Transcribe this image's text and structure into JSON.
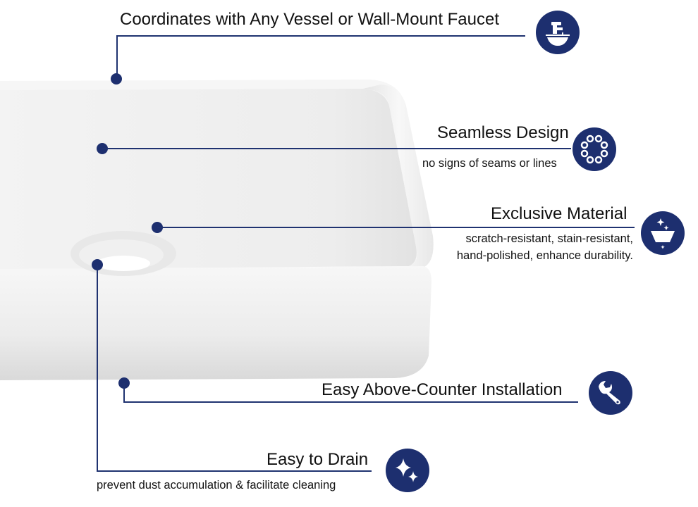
{
  "colors": {
    "accent": "#1d2f6f",
    "background": "#ffffff",
    "text": "#111111"
  },
  "product": {
    "name": "rectangular white ceramic vessel sink"
  },
  "features": [
    {
      "title": "Coordinates with Any Vessel or Wall-Mount Faucet",
      "subtitle": "",
      "icon": "faucet-basin-icon"
    },
    {
      "title": "Seamless Design",
      "subtitle": "no signs of seams or lines",
      "icon": "molecule-ring-icon"
    },
    {
      "title": "Exclusive Material",
      "subtitle_lines": [
        "scratch-resistant, stain-resistant,",
        "hand-polished, enhance durability."
      ],
      "icon": "sparkling-bowl-icon"
    },
    {
      "title": "Easy Above-Counter Installation",
      "subtitle": "",
      "icon": "wrench-icon"
    },
    {
      "title": "Easy to Drain",
      "subtitle": "prevent dust accumulation & facilitate cleaning",
      "icon": "sparkle-icon"
    }
  ]
}
